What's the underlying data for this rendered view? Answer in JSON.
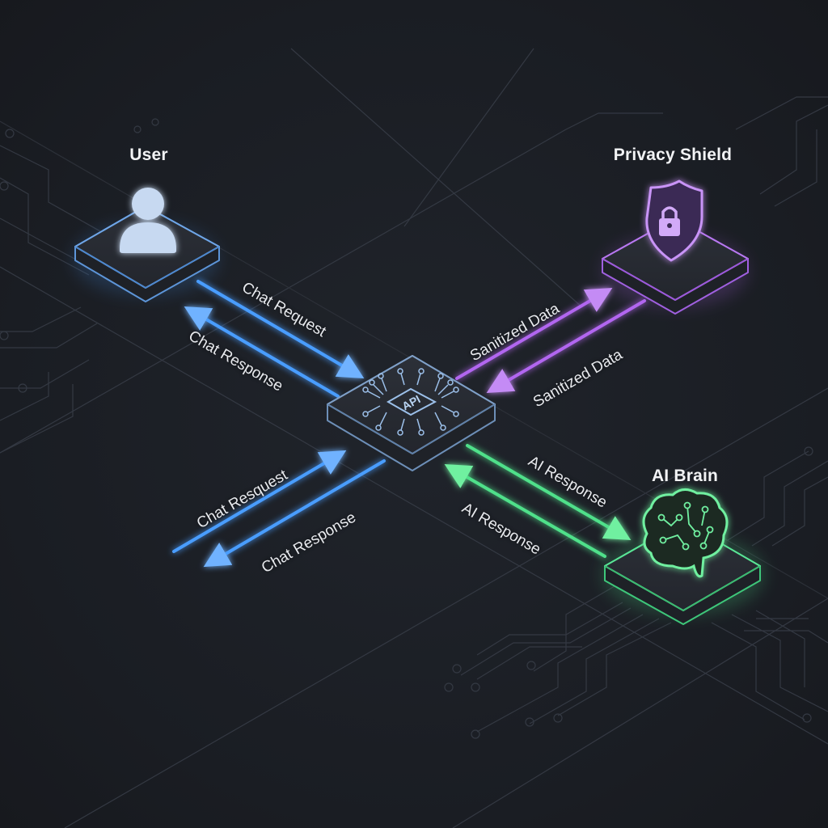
{
  "diagram": {
    "title": "",
    "colors": {
      "background": "#1b1e24",
      "circuit": "#3a3f48",
      "user_blue": "#4a9dff",
      "privacy_purple": "#b266f0",
      "ai_green": "#4fe08a",
      "api_outline": "#6d8fb8",
      "text": "#f2f3f5"
    },
    "nodes": [
      {
        "id": "user",
        "label": "User",
        "icon": "user-icon",
        "color": "#4a9dff"
      },
      {
        "id": "privacy",
        "label": "Privacy Shield",
        "icon": "shield-lock-icon",
        "color": "#b266f0"
      },
      {
        "id": "api",
        "label": "API",
        "icon": "chip-icon",
        "color": "#6d8fb8"
      },
      {
        "id": "brain",
        "label": "AI Brain",
        "icon": "brain-icon",
        "color": "#4fe08a"
      }
    ],
    "edges": [
      {
        "from": "user",
        "to": "api",
        "label": "Chat Request",
        "color": "#4a9dff"
      },
      {
        "from": "api",
        "to": "user",
        "label": "Chat Response",
        "color": "#4a9dff"
      },
      {
        "from": "api",
        "to": "privacy",
        "label": "Sanitized Data",
        "color": "#b266f0"
      },
      {
        "from": "privacy",
        "to": "api",
        "label": "Sanitized Data",
        "color": "#b266f0"
      },
      {
        "from": "api",
        "to": "brain",
        "label": "AI Response",
        "color": "#4fe08a"
      },
      {
        "from": "brain",
        "to": "api",
        "label": "AI Response",
        "color": "#4fe08a"
      },
      {
        "from": "offscreen",
        "to": "api",
        "label": "Chat Resquest",
        "color": "#4a9dff"
      },
      {
        "from": "api",
        "to": "offscreen",
        "label": "Chat Response",
        "color": "#4a9dff"
      }
    ]
  }
}
